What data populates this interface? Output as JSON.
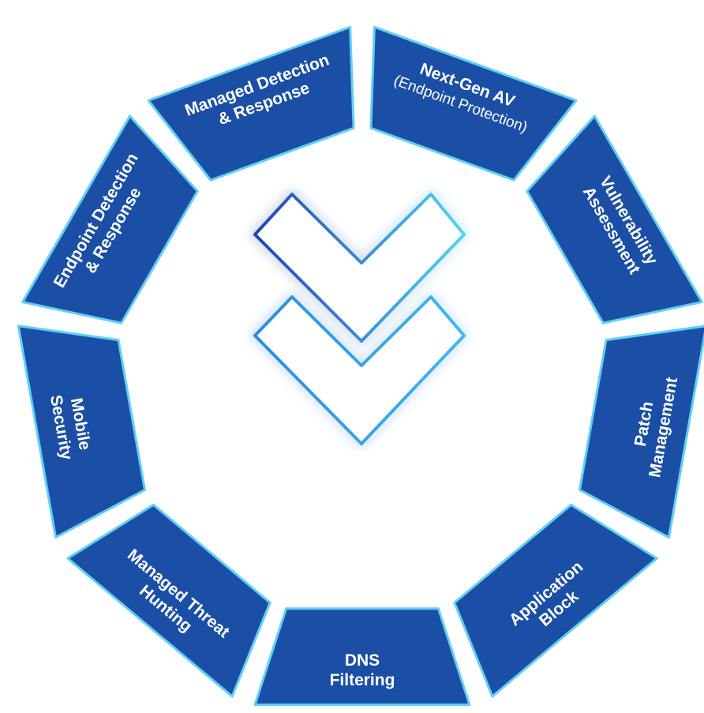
{
  "accent_color": "#1b4fa6",
  "edge_color": "#5fcff5",
  "center_icon": "double-chevron-check-icon",
  "segments": [
    {
      "lines": [
        "Next-Gen AV"
      ],
      "sub": "(Endpoint Protection)"
    },
    {
      "lines": [
        "Vulnerability",
        "Assessment"
      ]
    },
    {
      "lines": [
        "Patch",
        "Management"
      ]
    },
    {
      "lines": [
        "Application",
        "Block"
      ]
    },
    {
      "lines": [
        "DNS",
        "Filtering"
      ]
    },
    {
      "lines": [
        "Managed Threat",
        "Hunting"
      ]
    },
    {
      "lines": [
        "Mobile",
        "Security"
      ]
    },
    {
      "lines": [
        "Endpoint Detection",
        "& Response"
      ]
    },
    {
      "lines": [
        "Managed Detection",
        "& Response"
      ]
    }
  ]
}
